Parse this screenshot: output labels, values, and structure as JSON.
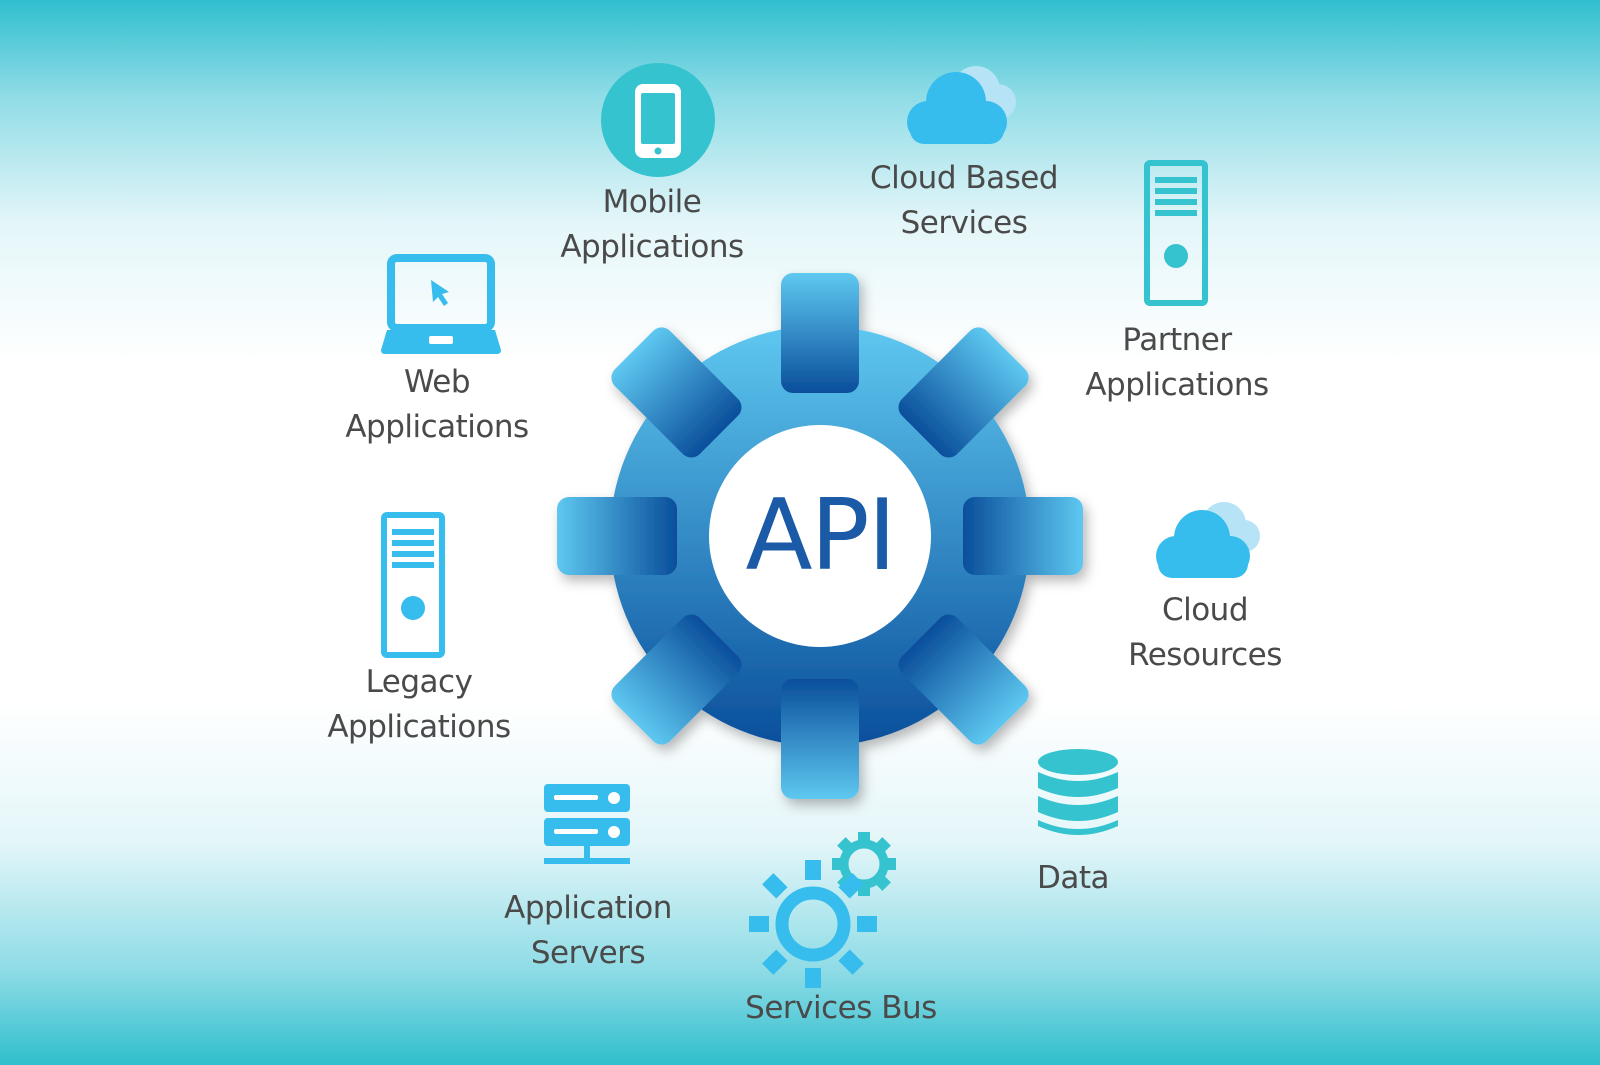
{
  "hub": {
    "label": "API"
  },
  "colors": {
    "icon_blue": "#36bced",
    "icon_teal": "#35c3cf",
    "gear_top": "#5ec8f0",
    "gear_bottom": "#0a4e9b",
    "hub_text": "#1b5aa6",
    "label_text": "#4a4a4a"
  },
  "nodes": [
    {
      "id": "mobile-applications",
      "icon": "mobile-phone-icon",
      "lines": [
        "Mobile",
        "Applications"
      ]
    },
    {
      "id": "cloud-based-services",
      "icon": "cloud-icon",
      "lines": [
        "Cloud Based",
        "Services"
      ]
    },
    {
      "id": "partner-applications",
      "icon": "server-tower-icon",
      "lines": [
        "Partner",
        "Applications"
      ]
    },
    {
      "id": "cloud-resources",
      "icon": "cloud-icon",
      "lines": [
        "Cloud",
        "Resources"
      ]
    },
    {
      "id": "data",
      "icon": "database-icon",
      "lines": [
        "Data"
      ]
    },
    {
      "id": "services-bus",
      "icon": "gears-icon",
      "lines": [
        "Services Bus"
      ]
    },
    {
      "id": "application-servers",
      "icon": "server-rack-icon",
      "lines": [
        "Application",
        "Servers"
      ]
    },
    {
      "id": "legacy-applications",
      "icon": "server-tower-icon",
      "lines": [
        "Legacy",
        "Applications"
      ]
    },
    {
      "id": "web-applications",
      "icon": "laptop-icon",
      "lines": [
        "Web",
        "Applications"
      ]
    }
  ]
}
